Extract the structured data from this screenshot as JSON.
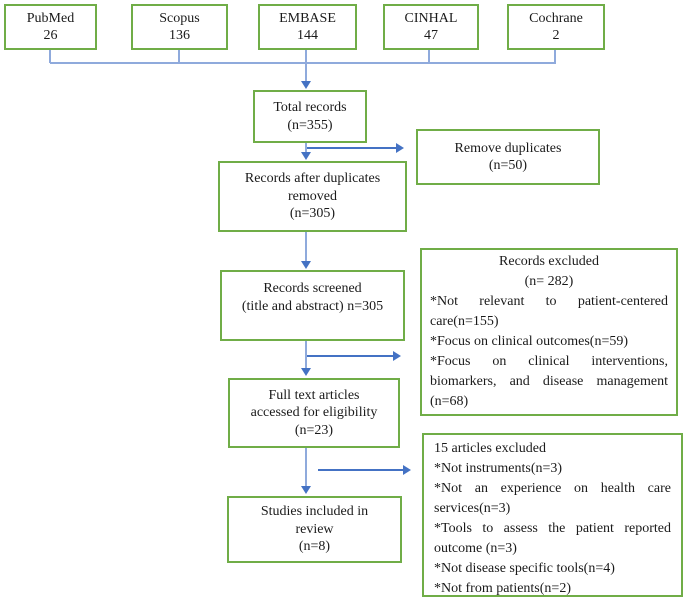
{
  "title": "Study selection flow diagram",
  "colors": {
    "box_border": "#70AD47",
    "connector_line": "#8FAADC",
    "arrow": "#4472C4",
    "text": "#1A1A1A"
  },
  "sources": [
    {
      "label": "PubMed",
      "count": "26"
    },
    {
      "label": "Scopus",
      "count": "136"
    },
    {
      "label": "EMBASE",
      "count": "144"
    },
    {
      "label": "CINHAL",
      "count": "47"
    },
    {
      "label": "Cochrane",
      "count": "2"
    }
  ],
  "flow": {
    "total_records": {
      "lines": [
        "Total records",
        "(n=355)"
      ]
    },
    "remove_duplicates": {
      "lines": [
        "Remove duplicates",
        "(n=50)"
      ]
    },
    "after_duplicates": {
      "lines": [
        "Records after duplicates",
        "removed",
        "(n=305)"
      ]
    },
    "records_screened": {
      "lines": [
        "Records screened",
        "(title and abstract) n=305"
      ]
    },
    "full_text": {
      "lines": [
        "Full text articles",
        "accessed for eligibility",
        "(n=23)"
      ]
    },
    "studies_included": {
      "lines": [
        "Studies included in",
        "review",
        "(n=8)"
      ]
    },
    "records_excluded": {
      "title": "Records excluded",
      "subtitle": "(n= 282)",
      "items": [
        "*Not relevant to patient-centered care(n=155)",
        "*Focus on clinical outcomes(n=59)",
        "*Focus on clinical interventions, biomarkers, and disease management (n=68)"
      ]
    },
    "articles_excluded": {
      "title": "15 articles excluded",
      "items": [
        "*Not instruments(n=3)",
        "*Not an experience on health care services(n=3)",
        "*Tools to assess the patient reported outcome (n=3)",
        "*Not disease specific tools(n=4)",
        "*Not from patients(n=2)"
      ]
    }
  }
}
